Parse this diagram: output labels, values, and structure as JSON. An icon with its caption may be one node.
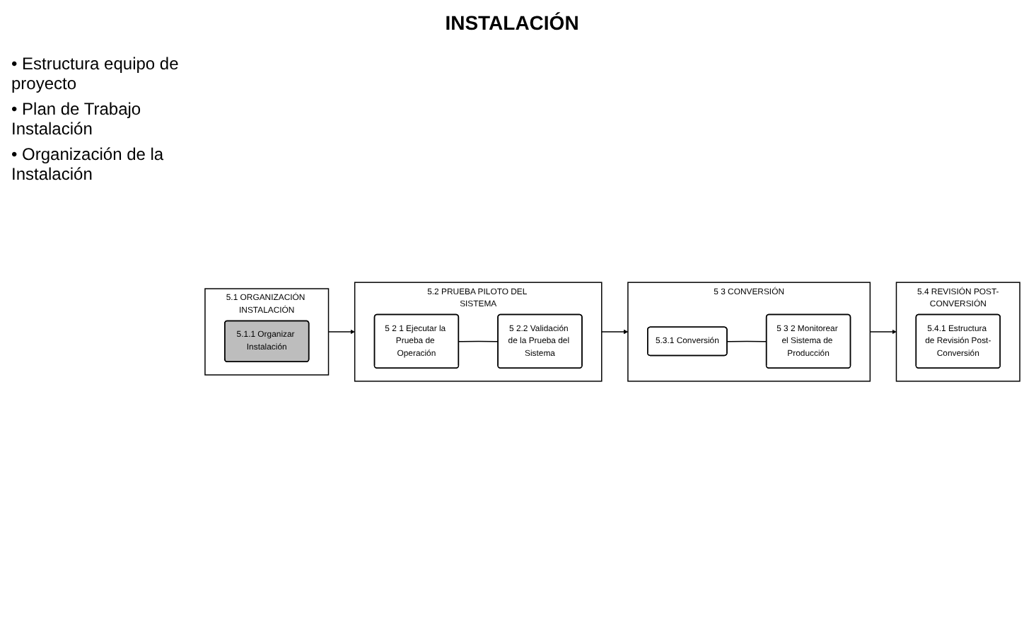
{
  "diagram": {
    "title": "INSTALACIÓN",
    "nodes": [
      {
        "text": [
          "5.1 ORGANIZACIÓN INSTALACIÓN"
        ]
      },
      {
        "text": [
          "5.1.1 Organizar Instalación"
        ],
        "in": 0
      },
      {
        "text": [
          "5.2 PRUEBA PILOTO DEL SISTEMA"
        ]
      },
      {
        "text": [
          "5 2 1 Ejecutar la Prueba de Operación"
        ],
        "in": 2
      },
      {
        "text": [
          "5 2.2 Validación de la Prueba del Sistema"
        ],
        "in": 2
      },
      {
        "text": [
          "5 3 CONVERSIÓN"
        ]
      },
      {
        "text": [
          "5.3.1 Conversión"
        ],
        "in": 5
      },
      {
        "text": [
          "5 3 2 Monitorear el Sistema de Producción"
        ],
        "in": 5
      },
      {
        "text": [
          "5.4 REVISIÓN POST-CONVERSIÓN"
        ]
      },
      {
        "text": [
          "5.4.1 Estructura de Revisión Post-Conversión"
        ],
        "in": 8
      }
    ],
    "edges": [
      {
        "from": 0,
        "to": 2,
        "arrow": "to"
      },
      {
        "from": 3,
        "to": 4,
        "arrow": "none"
      },
      {
        "from": 2,
        "to": 5,
        "arrow": "to"
      },
      {
        "from": 6,
        "to": 7,
        "arrow": "none"
      },
      {
        "from": 5,
        "to": 8,
        "arrow": "to"
      }
    ],
    "labels": [
      "• Estructura equipo de proyecto",
      "• Plan de Trabajo Instalación",
      "• Organización de la Instalación"
    ]
  }
}
